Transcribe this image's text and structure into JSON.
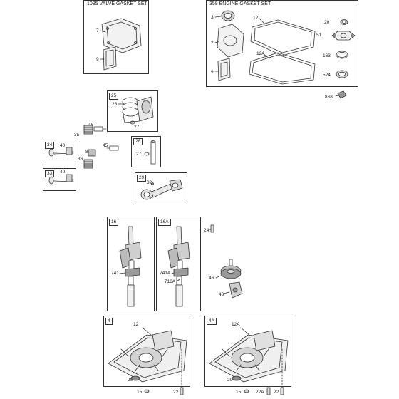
{
  "valve_gasket_set": {
    "title": "1095 VALVE GASKET SET",
    "labels": [
      "7",
      "9"
    ]
  },
  "engine_gasket_set": {
    "title": "358 ENGINE GASKET SET",
    "labels": [
      "3",
      "7",
      "9",
      "12",
      "12A",
      "20",
      "51",
      "163",
      "524"
    ]
  },
  "loose_868_top": "868",
  "piston_group": {
    "tag": "25",
    "labels": [
      "26",
      "27"
    ]
  },
  "valve_hardware_labels": [
    "45",
    "35",
    "36",
    "45",
    "868"
  ],
  "valve_boxes": [
    {
      "tag": "34",
      "label": "40"
    },
    {
      "tag": "33",
      "label": "40"
    }
  ],
  "pin_box": {
    "tag": "28",
    "label": "27"
  },
  "rod_box": {
    "tag": "29",
    "label": "32"
  },
  "crank_left": {
    "tag": "16",
    "label": "741"
  },
  "crank_right": {
    "tag": "16A",
    "labels": [
      "741A",
      "718A"
    ]
  },
  "loose_parts": [
    "24",
    "46",
    "43"
  ],
  "sump_left": {
    "tag": "4",
    "labels": [
      "12",
      "20"
    ]
  },
  "sump_right": {
    "tag": "4A",
    "labels": [
      "12A",
      "20"
    ]
  },
  "bottom_labels_left": [
    "15",
    "22"
  ],
  "bottom_labels_right": [
    "15",
    "22A",
    "22"
  ],
  "colors": {
    "stroke": "#333333",
    "fill_light": "#e8e8e8",
    "fill_mid": "#bdbdbd",
    "fill_dark": "#8a8a8a"
  }
}
